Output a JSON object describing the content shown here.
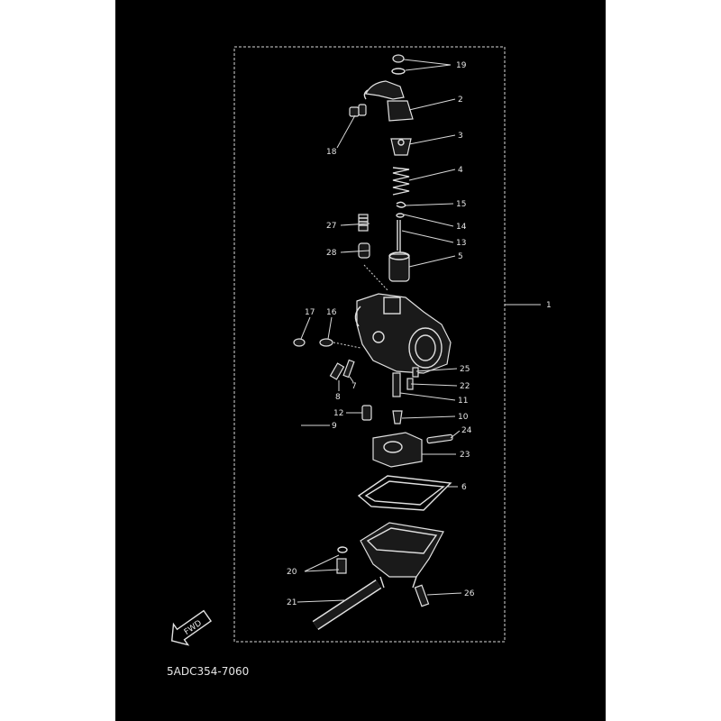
{
  "diagram": {
    "reference_code": "5ADC354-7060",
    "fwd_label": "FWD",
    "callouts": [
      "1",
      "2",
      "3",
      "4",
      "5",
      "6",
      "7",
      "8",
      "9",
      "10",
      "11",
      "12",
      "13",
      "14",
      "15",
      "16",
      "17",
      "18",
      "19",
      "20",
      "21",
      "22",
      "23",
      "24",
      "25",
      "26",
      "27",
      "28"
    ],
    "colors": {
      "background": "#000000",
      "linework": "#e0e0e0"
    }
  }
}
